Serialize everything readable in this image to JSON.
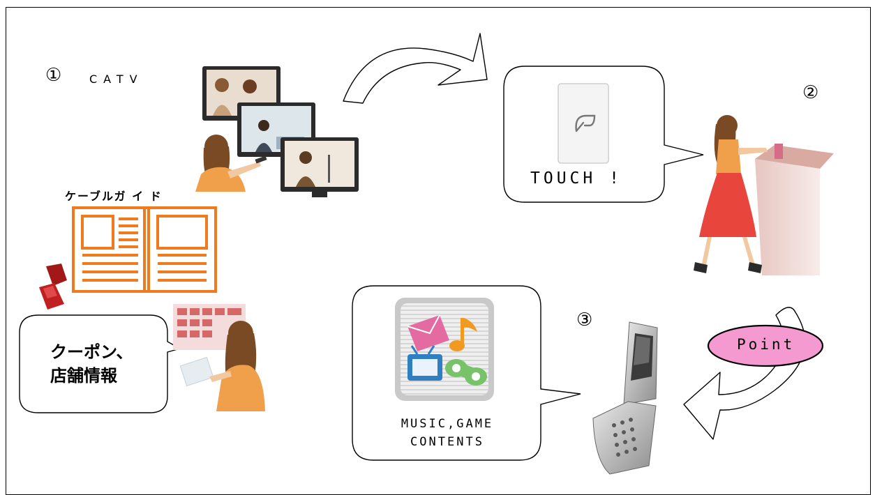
{
  "step1": {
    "number": "①",
    "label": "CATV"
  },
  "step2": {
    "number": "②"
  },
  "step3": {
    "number": "③"
  },
  "guide": {
    "label": "ケーブルガ イ ド"
  },
  "touch_bubble": {
    "label": "TOUCH !"
  },
  "coupon_bubble": {
    "line1": "クーポン、",
    "line2": "店舗情報"
  },
  "contents_bubble": {
    "line1": "MUSIC,GAME",
    "line2": "CONTENTS"
  },
  "point_badge": {
    "label": "Point"
  },
  "colors": {
    "guide_orange": "#f07a1e",
    "point_pink": "#f59ad0",
    "tile_grey": "#c9c9c9"
  }
}
